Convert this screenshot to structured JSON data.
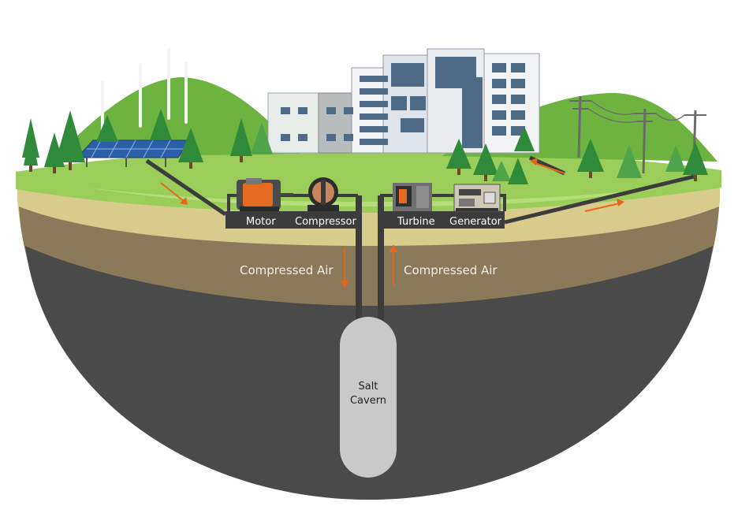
{
  "diagram": {
    "labels": {
      "motor": "Motor",
      "compressor": "Compressor",
      "turbine": "Turbine",
      "generator": "Generator",
      "air_down": "Compressed Air",
      "air_up": "Compressed Air",
      "cavern_line1": "Salt",
      "cavern_line2": "Cavern"
    },
    "colors": {
      "arrow": "#e8661c",
      "pipe": "#3c3c3c",
      "cavern": "#c9c9c9",
      "bedrock": "#4a4a4a",
      "soil": "#8b7a5a",
      "sand": "#d8cc8c",
      "grass": "#9acd5a",
      "hill": "#6cb33f",
      "tree": "#2f8a3a"
    },
    "icons": [
      "wind-turbine-icon",
      "solar-panel-icon",
      "tree-icon",
      "building-icon",
      "power-pole-icon",
      "motor-icon",
      "compressor-icon",
      "turbine-icon",
      "generator-icon"
    ]
  }
}
